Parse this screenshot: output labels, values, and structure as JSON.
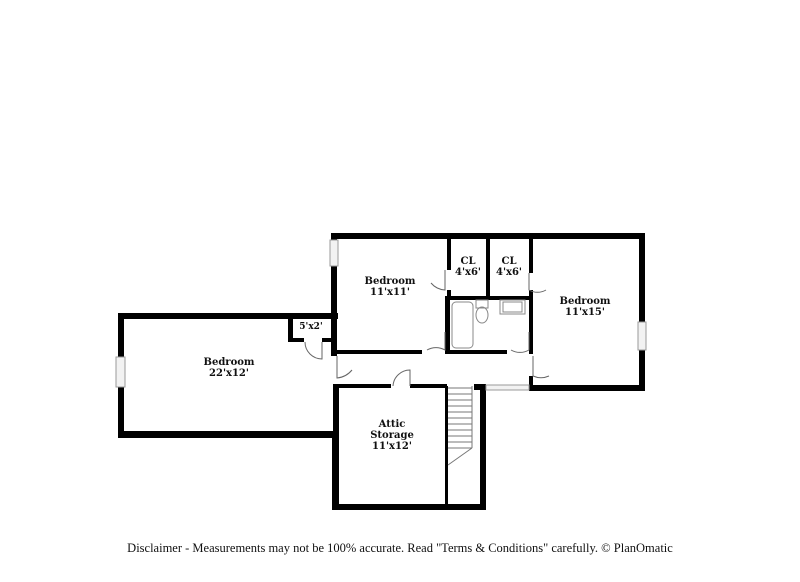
{
  "floorplan": {
    "rooms": [
      {
        "id": "bedroom-west",
        "name": "Bedroom",
        "size": "22'x12'"
      },
      {
        "id": "closet-west",
        "name": "",
        "size": "5'x2'"
      },
      {
        "id": "bedroom-north",
        "name": "Bedroom",
        "size": "11'x11'"
      },
      {
        "id": "closet-1",
        "name": "CL",
        "size": "4'x6'"
      },
      {
        "id": "closet-2",
        "name": "CL",
        "size": "4'x6'"
      },
      {
        "id": "bedroom-east",
        "name": "Bedroom",
        "size": "11'x15'"
      },
      {
        "id": "attic",
        "name": "Attic",
        "name2": "Storage",
        "size": "11'x12'"
      }
    ],
    "wall_color": "#000000",
    "window_color": "#c8c8c8"
  },
  "footer": {
    "disclaimer": "Disclaimer - Measurements may not be 100% accurate. Read \"Terms & Conditions\" carefully. © PlanOmatic"
  }
}
